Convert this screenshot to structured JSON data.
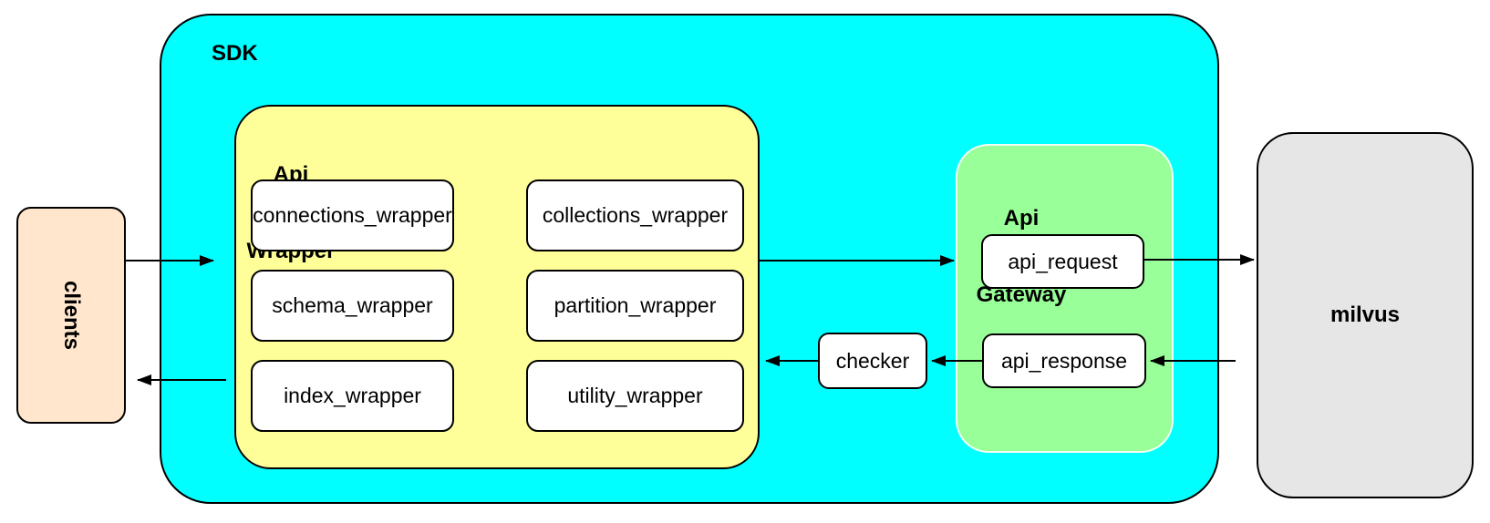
{
  "colors": {
    "sdk_fill": "#00FFFF",
    "api_wrapper_fill": "#FFFF99",
    "api_gateway_fill": "#99FF99",
    "clients_fill": "#FFE6CC",
    "milvus_fill": "#E6E6E6",
    "node_fill": "#FFFFFF",
    "line": "#000000"
  },
  "nodes": {
    "clients": {
      "label": "clients"
    },
    "sdk": {
      "label": "SDK"
    },
    "api_wrapper": {
      "title_line1": "Api",
      "title_line2": "Wrapper",
      "children": {
        "connections": "connections_wrapper",
        "collections": "collections_wrapper",
        "schema": "schema_wrapper",
        "partition": "partition_wrapper",
        "index": "index_wrapper",
        "utility": "utility_wrapper"
      }
    },
    "api_gateway": {
      "title_line1": "Api",
      "title_line2": "Gateway",
      "children": {
        "request": "api_request",
        "response": "api_response"
      }
    },
    "checker": {
      "label": "checker"
    },
    "milvus": {
      "label": "milvus"
    }
  },
  "edges": [
    {
      "from": "clients",
      "to": "sdk"
    },
    {
      "from": "sdk",
      "to": "clients"
    },
    {
      "from": "api_wrapper",
      "to": "api_gateway"
    },
    {
      "from": "api_request",
      "to": "milvus"
    },
    {
      "from": "milvus",
      "to": "api_response"
    },
    {
      "from": "api_response",
      "to": "checker"
    },
    {
      "from": "checker",
      "to": "api_wrapper"
    }
  ]
}
